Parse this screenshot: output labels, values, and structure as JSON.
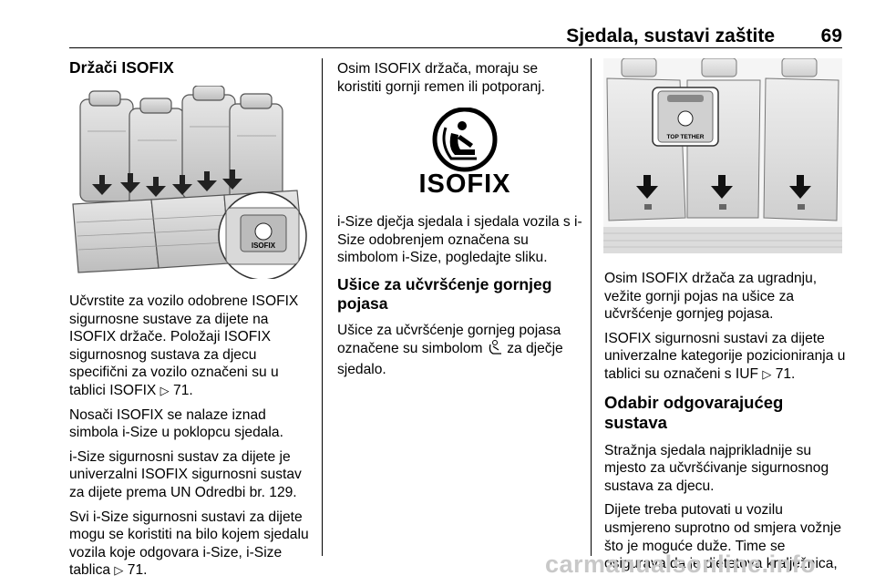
{
  "header": {
    "title": "Sjedala, sustavi zaštite",
    "page_number": "69"
  },
  "col1": {
    "heading": "Držači ISOFIX",
    "figure_label": "ISOFIX",
    "p1_text": "Učvrstite za vozilo odobrene ISOFIX sigurnosne sustave za dijete na ISOFIX držače. Položaji ISOFIX sigurnosnog sustava za djecu specifični za vozilo označeni su u tablici ISOFIX",
    "p1_ref": "71.",
    "p2": "Nosači ISOFIX se nalaze iznad simbola i-Size u poklopcu sjedala.",
    "p3": "i-Size sigurnosni sustav za dijete je univerzalni ISOFIX sigurnosni sustav za dijete prema UN Odredbi br. 129.",
    "p4_text": "Svi i-Size sigurnosni sustavi za dijete mogu se koristiti na bilo kojem sjedalu vozila koje odgovara i-Size, i-Size tablica",
    "p4_ref": "71."
  },
  "col2": {
    "p1": "Osim ISOFIX držača, moraju se koristiti gornji remen ili potporanj.",
    "isofix_label": "ISOFIX",
    "p2": "i-Size dječja sjedala i sjedala vozila s i-Size odobrenjem označena su simbolom i-Size, pogledajte sliku.",
    "heading": "Ušice za učvršćenje gornjeg pojasa",
    "p3_before": "Ušice za učvršćenje gornjeg pojasa označene su simbolom",
    "p3_after": "za dječje sjedalo."
  },
  "col3": {
    "figure_label": "TOP TETHER",
    "p1": "Osim ISOFIX držača za ugradnju, vežite gornji pojas na ušice za učvršćenje gornjeg pojasa.",
    "p2_text": "ISOFIX sigurnosni sustavi za dijete univerzalne kategorije pozicioniranja u tablici su označeni s IUF",
    "p2_ref": "71.",
    "heading": "Odabir odgovarajućeg sustava",
    "p3": "Stražnja sjedala najprikladnije su mjesto za učvršćivanje sigurnosnog sustava za djecu.",
    "p4": "Dijete treba putovati u vozilu usmjereno suprotno od smjera vožnje što je moguće duže. Time se osigurava da je djetetova kralježnica,"
  },
  "watermark": "carmanualsonline.info",
  "icons": [
    "arrow-ref-icon",
    "child-seat-icon"
  ]
}
